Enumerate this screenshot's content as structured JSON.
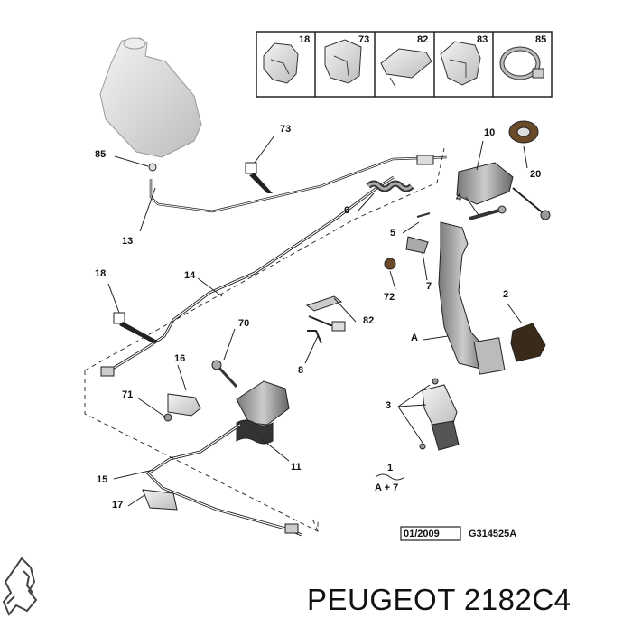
{
  "legend": {
    "items": [
      "18",
      "73",
      "82",
      "83",
      "85"
    ]
  },
  "callouts": {
    "c73": "73",
    "c10": "10",
    "c85": "85",
    "c20": "20",
    "c6": "6",
    "c4": "4",
    "c13": "13",
    "c5": "5",
    "c18": "18",
    "c14": "14",
    "c72": "72",
    "c7": "7",
    "c2": "2",
    "c70": "70",
    "c82": "82",
    "cA": "A",
    "c16": "16",
    "c8": "8",
    "c71": "71",
    "c3": "3",
    "c11": "11",
    "c1": "1",
    "cA7": "A + 7",
    "c15": "15",
    "c17": "17"
  },
  "footer": {
    "date": "01/2009",
    "ref": "G314525A",
    "brand_text": "PEUGEOT 2182C4"
  },
  "colors": {
    "line": "#222222",
    "part_fill": "#d9d9d9",
    "part_dark": "#555555",
    "legend_bg": "#e6e6e6"
  }
}
